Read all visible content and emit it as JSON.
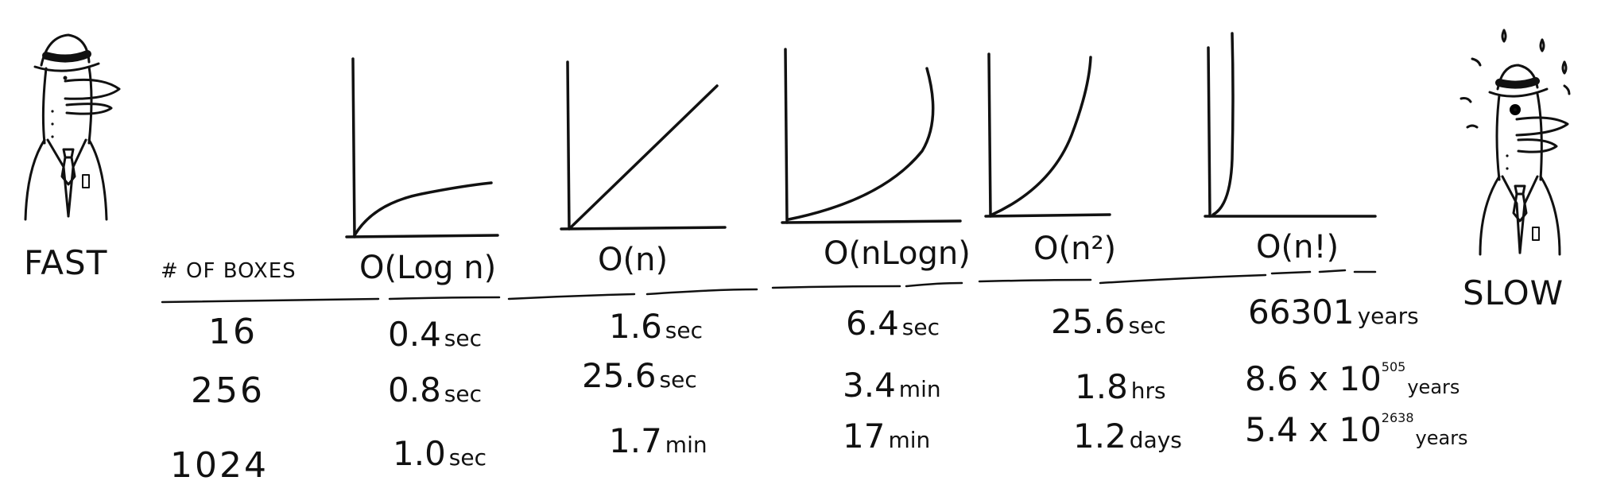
{
  "labels": {
    "fast": "FAST",
    "slow": "SLOW",
    "boxes_header": "# OF BOXES"
  },
  "algorithms": [
    {
      "key": "log",
      "label": "O(Log n)"
    },
    {
      "key": "n",
      "label": "O(n)"
    },
    {
      "key": "nlog",
      "label": "O(nLogn)"
    },
    {
      "key": "n2",
      "label": "O(n²)"
    },
    {
      "key": "fact",
      "label": "O(n!)"
    }
  ],
  "rows": [
    {
      "n": "16",
      "cells": [
        {
          "value": "0.4",
          "unit": "sec"
        },
        {
          "value": "1.6",
          "unit": "sec"
        },
        {
          "value": "6.4",
          "unit": "sec"
        },
        {
          "value": "25.6",
          "unit": "sec"
        },
        {
          "value": "66301",
          "unit": "years"
        }
      ]
    },
    {
      "n": "256",
      "cells": [
        {
          "value": "0.8",
          "unit": "sec"
        },
        {
          "value": "25.6",
          "unit": "sec"
        },
        {
          "value": "3.4",
          "unit": "min"
        },
        {
          "value": "1.8",
          "unit": "hrs"
        },
        {
          "value": "8.6 x 10",
          "exp": "505",
          "unit": "years"
        }
      ]
    },
    {
      "n": "1024",
      "cells": [
        {
          "value": "1.0",
          "unit": "sec"
        },
        {
          "value": "1.7",
          "unit": "min"
        },
        {
          "value": "17",
          "unit": "min"
        },
        {
          "value": "1.2",
          "unit": "days"
        },
        {
          "value": "5.4 x 10",
          "exp": "2638",
          "unit": "years"
        }
      ]
    }
  ]
}
